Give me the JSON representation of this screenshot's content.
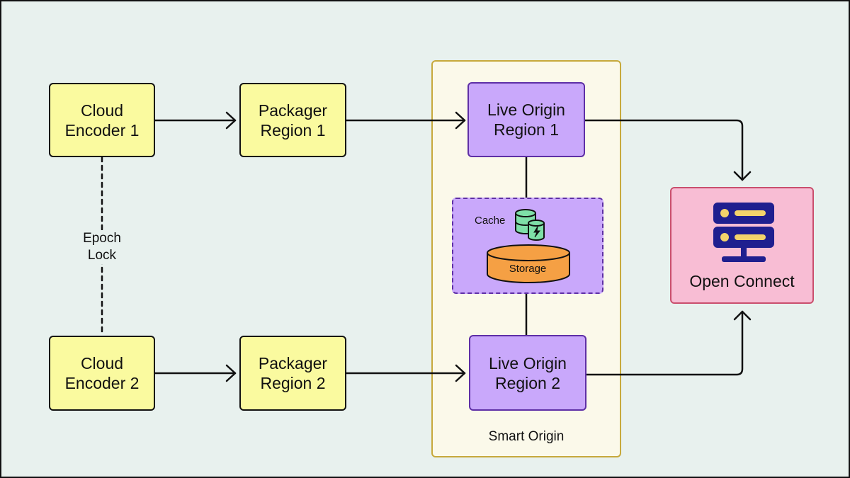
{
  "nodes": {
    "cloud_encoder_1": [
      "Cloud",
      "Encoder 1"
    ],
    "cloud_encoder_2": [
      "Cloud",
      "Encoder 2"
    ],
    "packager_region_1": [
      "Packager",
      "Region 1"
    ],
    "packager_region_2": [
      "Packager",
      "Region 2"
    ],
    "live_origin_region_1": [
      "Live Origin",
      "Region 1"
    ],
    "live_origin_region_2": [
      "Live Origin",
      "Region 2"
    ],
    "open_connect": "Open Connect"
  },
  "smart_origin": {
    "label": "Smart Origin",
    "cache_label": "Cache",
    "storage_label": "Storage"
  },
  "epoch_lock": [
    "Epoch",
    "Lock"
  ],
  "icons": {
    "cache": "database-bolt-icon",
    "storage": "storage-cylinder-icon",
    "open_connect": "server-icon"
  },
  "colors": {
    "background": "#e8f1ee",
    "encoder_packager_fill": "#fafa9f",
    "origin_fill": "#c9a8fb",
    "origin_border": "#5e2fa6",
    "smart_origin_fill": "#fbf9ea",
    "smart_origin_border": "#c7a93c",
    "open_connect_fill": "#f8bdd4",
    "open_connect_border": "#c94f6d",
    "cache_icon": "#7fe0a8",
    "storage_icon": "#f5a044",
    "server_icon_dark": "#1f1f8f",
    "server_icon_light": "#f3d36b"
  }
}
